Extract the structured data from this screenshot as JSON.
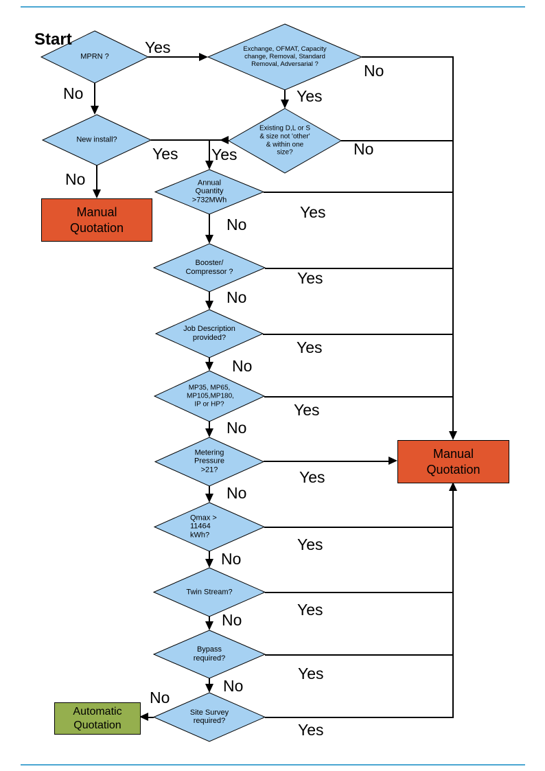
{
  "title_label": "Start",
  "edge_labels": {
    "yes": "Yes",
    "no": "No"
  },
  "decisions": {
    "mprn": "MPRN ?",
    "exchange": "Exchange, OFMAT, Capacity change, Removal, Standard Removal, Adversarial ?",
    "new_install": "New install?",
    "existing": "Existing D,L or S & size not 'other' & within one size?",
    "annual_quantity": "Annual Quantity >732MWh",
    "booster": "Booster/ Compressor ?",
    "job_description": "Job Description provided?",
    "mp_tier": "MP35, MP65, MP105,MP180, IP or HP?",
    "metering_pressure": "Metering Pressure >21?",
    "qmax": "Qmax > 11464 kWh?",
    "twin_stream": "Twin Stream?",
    "bypass": "Bypass required?",
    "site_survey": "Site Survey required?"
  },
  "outcomes": {
    "manual_left": "Manual Quotation",
    "manual_right": "Manual Quotation",
    "automatic": "Automatic Quotation"
  },
  "colors": {
    "decision_fill": "#A6D1F2",
    "decision_border": "#000000",
    "manual_quotation_fill": "#E1562E",
    "automatic_quotation_fill": "#95AF4E",
    "connector": "#000000",
    "page_rule": "#4AA6D2"
  }
}
